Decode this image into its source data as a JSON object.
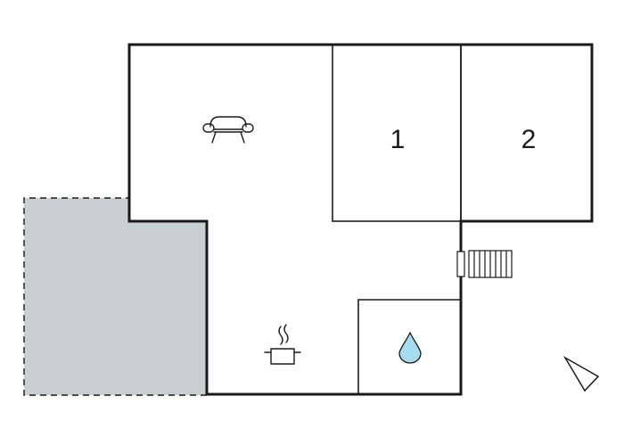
{
  "floorplan": {
    "rooms": [
      {
        "id": "living-room",
        "icon": "sofa-icon"
      },
      {
        "id": "bedroom-1",
        "label": "1"
      },
      {
        "id": "bedroom-2",
        "label": "2"
      },
      {
        "id": "kitchen",
        "icon": "cooking-pot-icon"
      },
      {
        "id": "bathroom",
        "icon": "water-drop-icon"
      },
      {
        "id": "terrace",
        "style": "dashed-outline-grey-fill"
      }
    ],
    "features": [
      {
        "id": "staircase",
        "icon": "stairs-icon"
      },
      {
        "id": "north-arrow",
        "icon": "compass-arrow-icon"
      }
    ],
    "colors": {
      "wall": "#1a1a1a",
      "terrace_fill": "#c8d0d2",
      "water_drop": "#a6dcef",
      "background": "#ffffff"
    }
  }
}
